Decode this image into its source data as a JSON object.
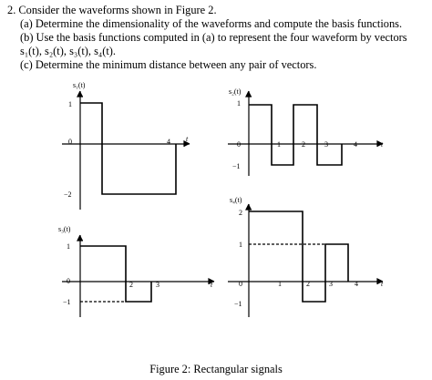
{
  "problem": {
    "line1": "2. Consider the waveforms shown in Figure 2.",
    "line_a": "(a) Determine the dimensionality of the waveforms and compute the basis functions.",
    "line_b": "(b) Use the basis functions computed in (a) to represent the four waveform by vectors",
    "line_b2": "s₁(t), s₂(t), s₃(t), s₄(t).",
    "line_c": "(c) Determine the minimum distance between any pair of vectors."
  },
  "plots": {
    "s1": {
      "ylabel": "s₁(t)",
      "t_label": "t",
      "y_ticks": [
        "1",
        "0",
        "−2"
      ],
      "x_ticks": [
        "4"
      ]
    },
    "s2": {
      "ylabel": "s₂(t)",
      "t_label": "t",
      "y_ticks": [
        "1",
        "0",
        "−1"
      ],
      "x_ticks": [
        "1",
        "2",
        "3",
        "4"
      ]
    },
    "s3": {
      "ylabel": "s₃(t)",
      "t_label": "t",
      "y_ticks": [
        "1",
        "0",
        "−1"
      ],
      "x_ticks": [
        "2",
        "3"
      ]
    },
    "s4": {
      "ylabel": "s₄(t)",
      "t_label": "t",
      "y_ticks": [
        "2",
        "1",
        "0",
        "−1"
      ],
      "x_ticks": [
        "1",
        "2",
        "3",
        "4"
      ]
    }
  },
  "caption": "Figure 2: Rectangular signals"
}
